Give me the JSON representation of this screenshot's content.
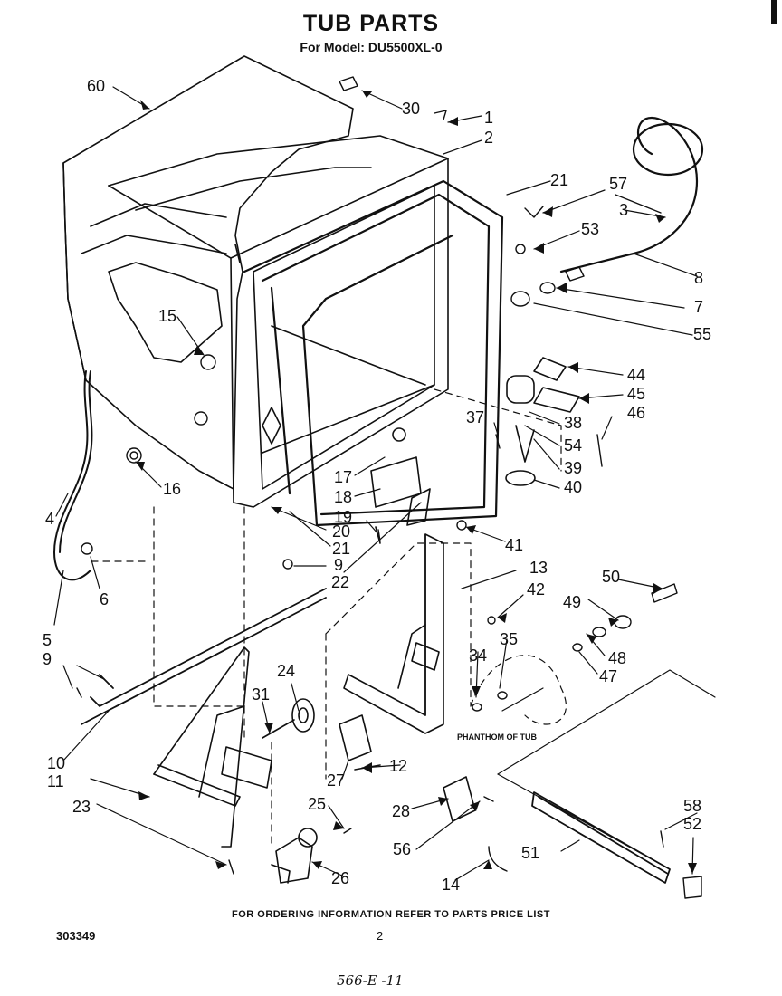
{
  "header": {
    "title": "TUB PARTS",
    "subtitle": "For Model: DU5500XL-0"
  },
  "callouts": [
    "60",
    "30",
    "1",
    "2",
    "21",
    "57",
    "3",
    "53",
    "8",
    "7",
    "55",
    "15",
    "44",
    "45",
    "46",
    "37",
    "38",
    "54",
    "39",
    "40",
    "16",
    "4",
    "17",
    "18",
    "19",
    "20",
    "21",
    "41",
    "22",
    "9",
    "6",
    "13",
    "50",
    "5",
    "9",
    "42",
    "49",
    "35",
    "48",
    "47",
    "24",
    "34",
    "31",
    "10",
    "11",
    "12",
    "27",
    "23",
    "25",
    "28",
    "56",
    "26",
    "14",
    "51",
    "58",
    "52"
  ],
  "annotations": {
    "phantom_label": "PHANTHOM OF TUB"
  },
  "footer": {
    "ordering_note": "FOR ORDERING INFORMATION REFER TO PARTS PRICE LIST",
    "document_number": "303349",
    "page_number": "2",
    "handwritten_note": "566-E -11"
  }
}
